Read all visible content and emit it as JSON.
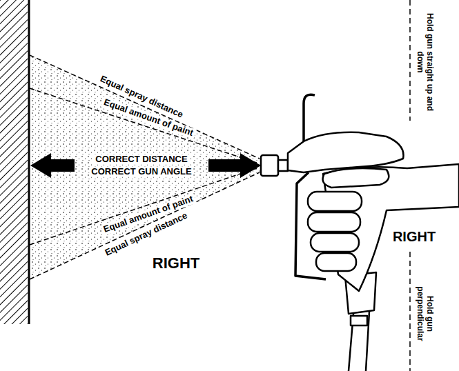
{
  "diagram": {
    "labels": [
      "Equal spray distance",
      "Equal amount of paint",
      "CORRECT DISTANCE",
      "CORRECT GUN ANGLE",
      "Equal amount of paint",
      "Equal spray distance",
      "RIGHT",
      "RIGHT",
      "Hold gun straight up and down",
      "Hold gun perpendicular"
    ]
  }
}
